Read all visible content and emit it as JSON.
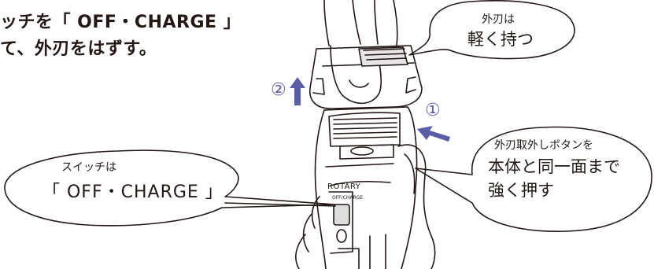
{
  "instructions": {
    "line1": "ッチを「 OFF・CHARGE 」",
    "line2": "て、外刃をはずす。"
  },
  "callouts": {
    "outer_blade": {
      "title": "外刃は",
      "body": "軽く持つ"
    },
    "switch": {
      "title": "スイッチは",
      "body": "「 OFF・CHARGE 」"
    },
    "release_button": {
      "title": "外刃取外しボタンを",
      "body_line1": "本体と同一面まで",
      "body_line2": "強く押す"
    }
  },
  "steps": {
    "step1": "①",
    "step2": "②"
  },
  "device_labels": {
    "brand": "ROTARY",
    "switch_position": "OFF/CHARGE"
  },
  "colors": {
    "arrow": "#5b5ea6",
    "ink": "#231815"
  }
}
